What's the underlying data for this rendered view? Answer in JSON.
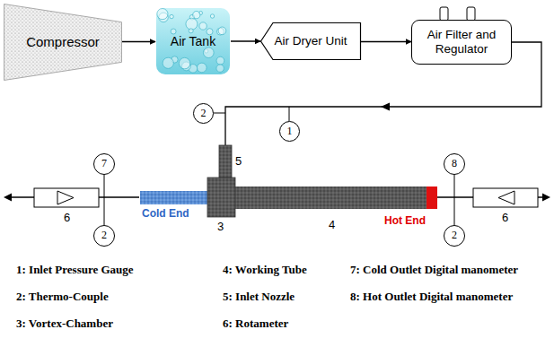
{
  "diagram": {
    "nodes": [
      {
        "text": [
          "Compressor"
        ]
      },
      {
        "text": [
          "Air Tank"
        ]
      },
      {
        "text": [
          "Air Dryer Unit"
        ]
      },
      {
        "text": [
          "Air Filter and Regulator"
        ]
      },
      {
        "text": [
          "2"
        ]
      },
      {
        "text": [
          "1"
        ]
      },
      {
        "text": [
          "7"
        ]
      },
      {
        "text": [
          "8"
        ]
      },
      {
        "text": [
          "2"
        ]
      },
      {
        "text": [
          "2"
        ]
      }
    ],
    "edges": [
      {
        "from": 0,
        "to": 1,
        "arrow": "to"
      },
      {
        "from": 1,
        "to": 2,
        "arrow": "to"
      },
      {
        "from": 2,
        "to": 3,
        "arrow": "to"
      },
      {
        "from": 6,
        "to": 8,
        "arrow": "none"
      },
      {
        "from": 7,
        "to": 9,
        "arrow": "none"
      }
    ],
    "labels": [
      "5",
      "Cold End",
      "3",
      "4",
      "Hot End",
      "6",
      "6",
      "1: Inlet Pressure Gauge",
      "4: Working Tube",
      "7: Cold Outlet Digital manometer",
      "2: Thermo-Couple",
      "5: Inlet Nozzle",
      "8: Hot Outlet Digital manometer",
      "3: Vortex-Chamber",
      "6: Rotameter"
    ]
  }
}
